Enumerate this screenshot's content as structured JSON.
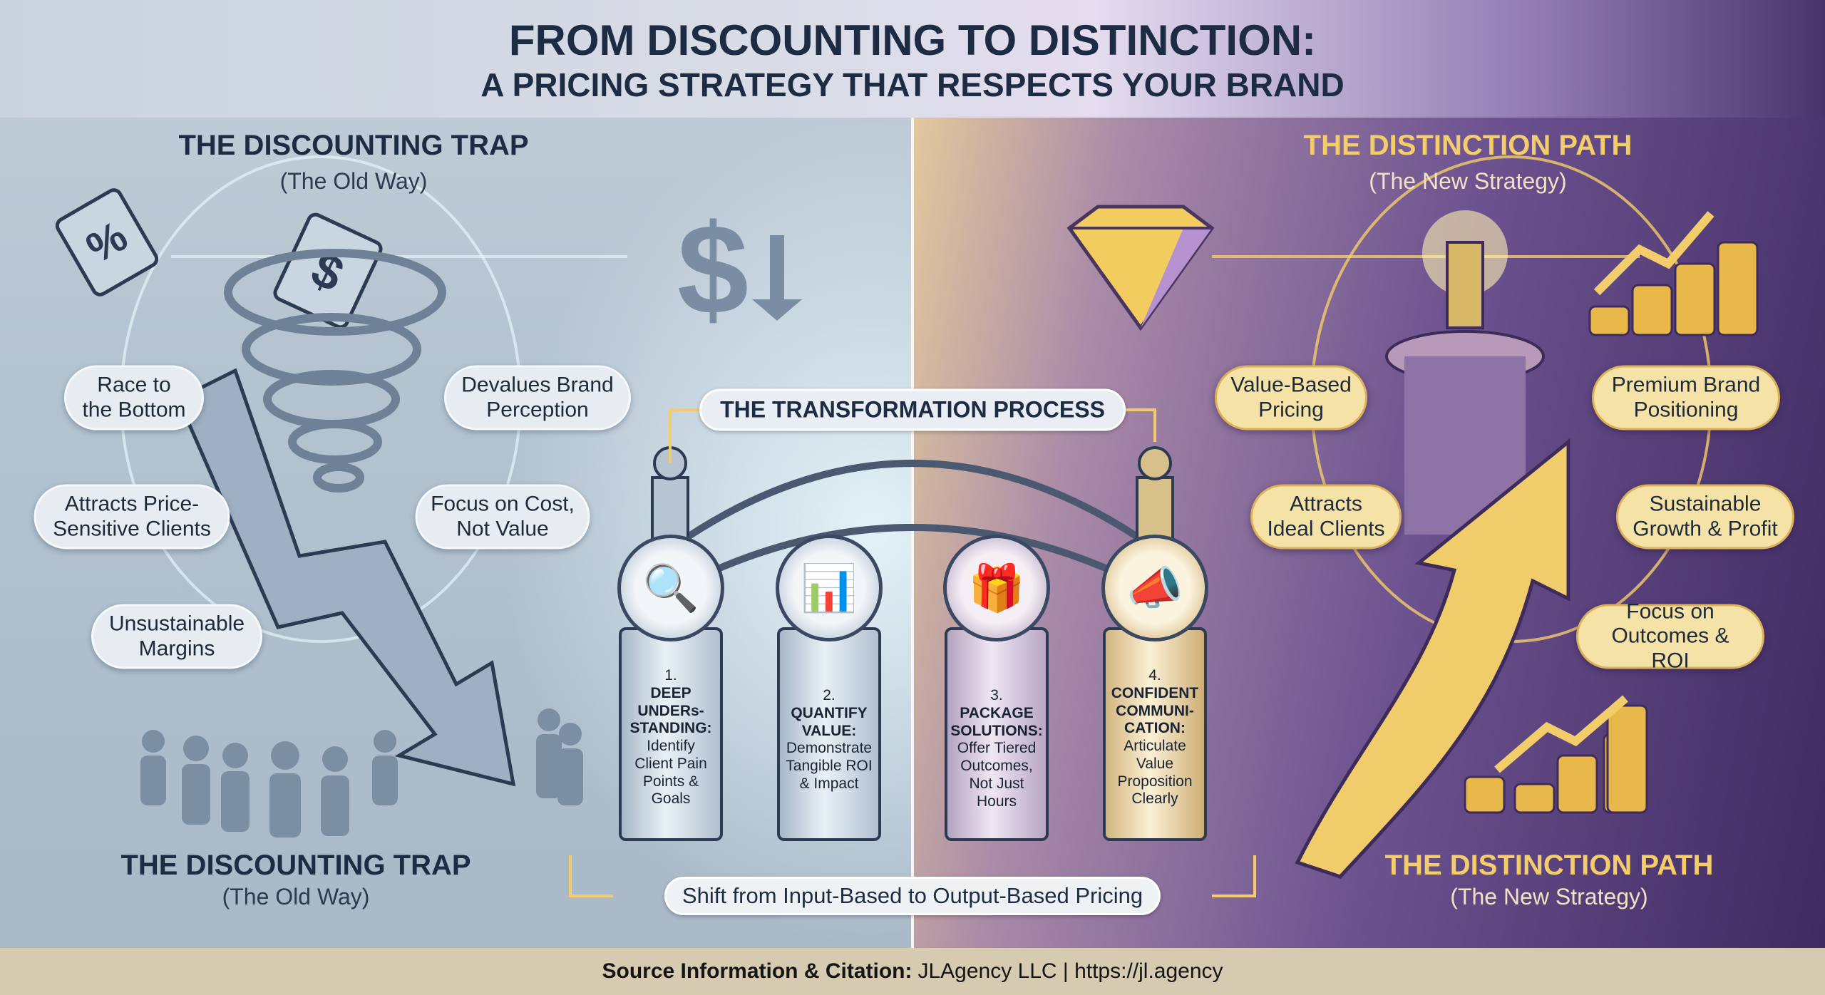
{
  "title": {
    "line1": "FROM DISCOUNTING TO DISTINCTION:",
    "line2": "A PRICING STRATEGY THAT RESPECTS YOUR BRAND"
  },
  "left": {
    "heading": "THE DISCOUNTING TRAP",
    "subheading": "(The Old Way)",
    "bottom_heading": "THE DISCOUNTING TRAP",
    "bottom_subheading": "(The Old Way)",
    "items": [
      "Race to\nthe Bottom",
      "Devalues Brand\nPerception",
      "Attracts Price-\nSensitive Clients",
      "Focus on Cost,\nNot Value",
      "Unsustainable\nMargins"
    ]
  },
  "right": {
    "heading": "THE DISTINCTION PATH",
    "subheading": "(The New Strategy)",
    "bottom_heading": "THE DISTINCTION PATH",
    "bottom_subheading": "(The New Strategy)",
    "items": [
      "Value-Based\nPricing",
      "Premium Brand\nPositioning",
      "Attracts\nIdeal Clients",
      "Sustainable\nGrowth & Profit",
      "Focus on\nOutcomes & ROI"
    ]
  },
  "process": {
    "title": "THE TRANSFORMATION PROCESS",
    "steps": [
      {
        "num": "1.",
        "title": "DEEP\nUNDERs-\nSTANDING:",
        "desc": "Identify\nClient Pain\nPoints &\nGoals",
        "icon": "magnifier-icon"
      },
      {
        "num": "2.",
        "title": "QUANTIFY\nVALUE:",
        "desc": "Demonstrate\nTangible ROI\n& Impact",
        "icon": "calculator-chart-icon"
      },
      {
        "num": "3.",
        "title": "PACKAGE\nSOLUTIONS:",
        "desc": "Offer Tiered\nOutcomes,\nNot Just\nHours",
        "icon": "gift-boxes-icon"
      },
      {
        "num": "4.",
        "title": "CONFIDENT\nCOMMUNI-\nCATION:",
        "desc": "Articulate\nValue\nProposition\nClearly",
        "icon": "megaphone-trophy-icon"
      }
    ],
    "shift_label": "Shift from Input-Based to Output-Based Pricing"
  },
  "footer": {
    "label": "Source Information & Citation:",
    "value": "JLAgency LLC | https://jl.agency"
  },
  "colors": {
    "navy": "#1d2c42",
    "gold": "#f3cd6a",
    "purple": "#4a346c",
    "footer": "#d6cab1"
  }
}
